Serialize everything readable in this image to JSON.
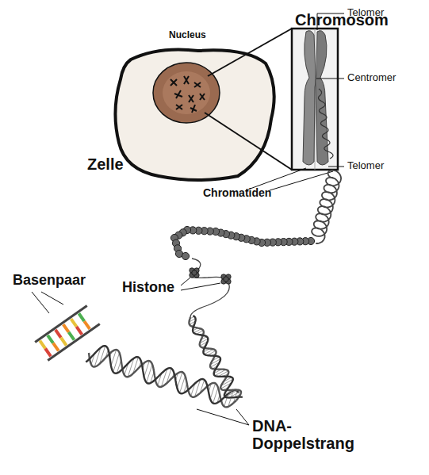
{
  "diagram": {
    "labels": [
      "Nucleus",
      "Chromosom",
      "Telomer",
      "Centromer",
      "Telomer",
      "Zelle",
      "Chromatiden",
      "Basenpaar",
      "Histone",
      "DNA- Doppelstrang"
    ]
  }
}
